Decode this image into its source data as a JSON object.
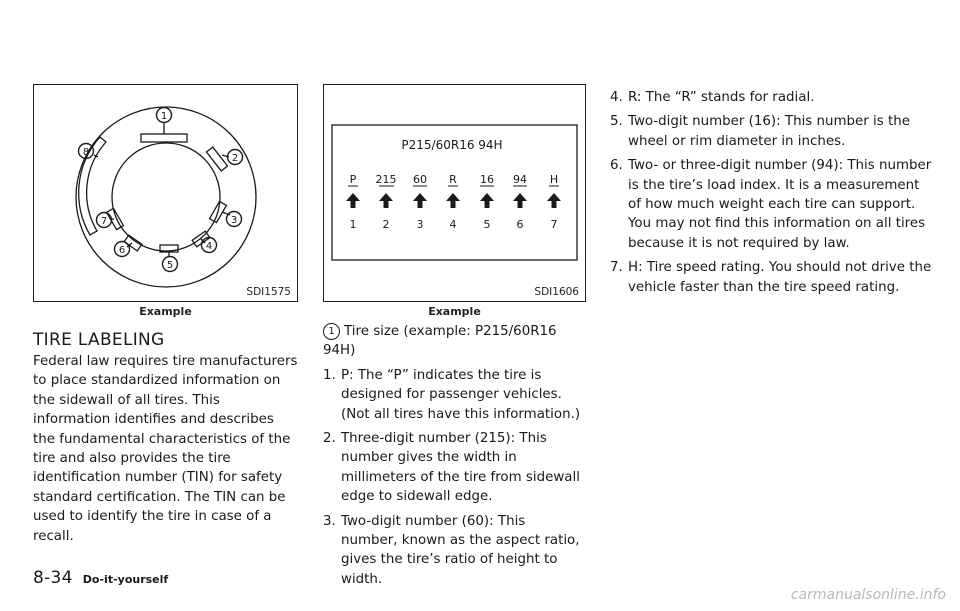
{
  "figure1": {
    "id": "SDI1575",
    "caption": "Example",
    "callouts": [
      "1",
      "2",
      "3",
      "4",
      "5",
      "6",
      "7",
      "8"
    ]
  },
  "figure2": {
    "id": "SDI1606",
    "caption": "Example",
    "code": "P215/60R16 94H",
    "parts": [
      "P",
      "215",
      "60",
      "R",
      "16",
      "94",
      "H"
    ],
    "numbers": [
      "1",
      "2",
      "3",
      "4",
      "5",
      "6",
      "7"
    ]
  },
  "section": {
    "heading": "TIRE LABELING",
    "intro": "Federal law requires tire manufacturers to place standardized information on the sidewall of all tires. This information identifies and describes the fundamental characteristics of the tire and also provides the tire identification number (TIN) for safety standard certification. The TIN can be used to identify the tire in case of a recall."
  },
  "tire_size": {
    "marker": "1",
    "label": "Tire size (example: P215/60R16 94H)"
  },
  "list": [
    {
      "num": "1.",
      "text": "P: The “P” indicates the tire is designed for passenger vehicles. (Not all tires have this information.)"
    },
    {
      "num": "2.",
      "text": "Three-digit number (215): This number gives the width in millimeters of the tire from sidewall edge to sidewall edge."
    },
    {
      "num": "3.",
      "text": "Two-digit number (60): This number, known as the aspect ratio, gives the tire’s ratio of height to width."
    },
    {
      "num": "4.",
      "text": "R: The “R” stands for radial."
    },
    {
      "num": "5.",
      "text": "Two-digit number (16): This number is the wheel or rim diameter in inches."
    },
    {
      "num": "6.",
      "text": "Two- or three-digit number (94): This number is the tire’s load index. It is a measurement of how much weight each tire can support. You may not find this information on all tires because it is not required by law."
    },
    {
      "num": "7.",
      "text": "H: Tire speed rating. You should not drive the vehicle faster than the tire speed rating."
    }
  ],
  "footer": {
    "page": "8-34",
    "section": "Do-it-yourself"
  },
  "watermark": "carmanualsonline.info"
}
